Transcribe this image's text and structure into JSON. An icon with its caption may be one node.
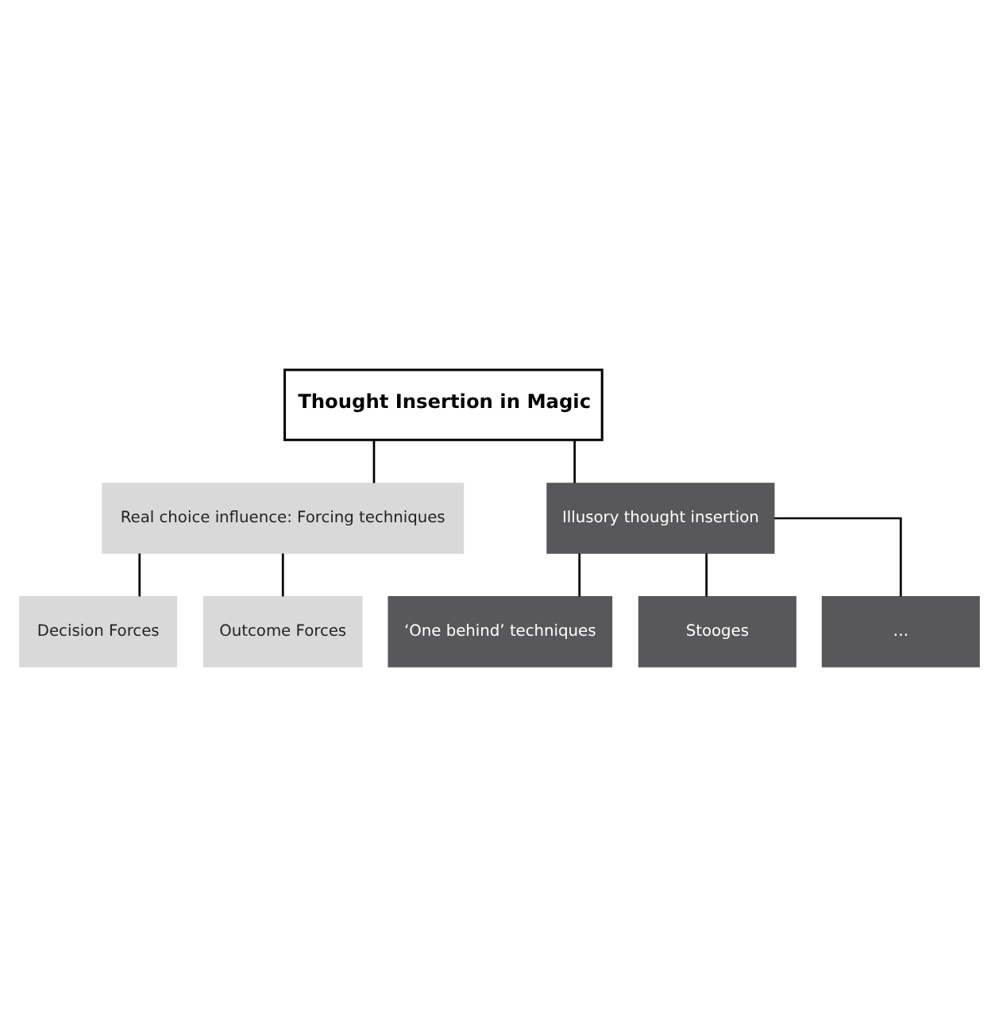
{
  "diagram": {
    "nodes": [
      {
        "text": [
          "Thought Insertion in Magic"
        ]
      },
      {
        "text": [
          "Real choice influence: Forcing techniques"
        ]
      },
      {
        "text": [
          "Illusory thought insertion"
        ]
      },
      {
        "text": [
          "Decision Forces"
        ]
      },
      {
        "text": [
          "Outcome Forces"
        ]
      },
      {
        "text": [
          "‘One behind’ techniques"
        ]
      },
      {
        "text": [
          "Stooges"
        ]
      },
      {
        "text": [
          "…"
        ]
      }
    ],
    "edges": [
      {
        "from": 0,
        "to": 1,
        "arrow": "none"
      },
      {
        "from": 0,
        "to": 2,
        "arrow": "none"
      },
      {
        "from": 1,
        "to": 3,
        "arrow": "none"
      },
      {
        "from": 1,
        "to": 4,
        "arrow": "none"
      },
      {
        "from": 2,
        "to": 5,
        "arrow": "none"
      },
      {
        "from": 2,
        "to": 6,
        "arrow": "none"
      },
      {
        "from": 2,
        "to": 7,
        "arrow": "none"
      }
    ]
  }
}
